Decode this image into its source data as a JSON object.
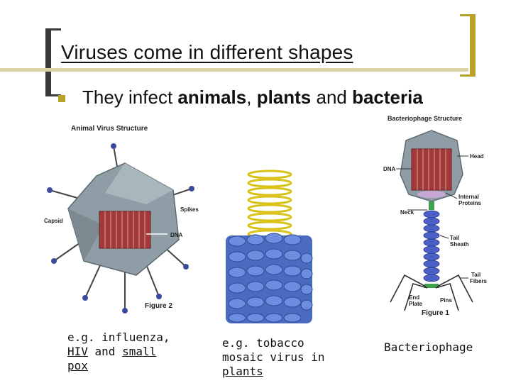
{
  "title": "Viruses come in different shapes",
  "bullet": {
    "prefix": "They infect ",
    "w1": "animals",
    "sep1": ", ",
    "w2": "plants",
    "sep2": " and ",
    "w3": "bacteria"
  },
  "figures": {
    "animal": {
      "title": "Animal Virus Structure",
      "labels": {
        "spikes": "Spikes",
        "capsid": "Capsid",
        "dna": "DNA"
      },
      "figure_label": "Figure 2"
    },
    "phage": {
      "title": "Bacteriophage Structure",
      "labels": {
        "head": "Head",
        "dna": "DNA",
        "internal1": "Internal",
        "internal2": "Proteins",
        "neck": "Neck",
        "tail1": "Tail",
        "tail2": "Sheath",
        "fibers1": "Tail",
        "fibers2": "Fibers",
        "end1": "End",
        "end2": "Plate",
        "pins": "Pins"
      },
      "figure_label": "Figure 1"
    }
  },
  "captions": {
    "c1": {
      "a": "e.g. influenza,",
      "b1": "HIV",
      "b2": " and ",
      "b3": "small",
      "c": "pox"
    },
    "c2": {
      "a": "e.g. tobacco",
      "b": "mosaic virus in",
      "c": "plants"
    },
    "c3": "Bacteriophage"
  },
  "colors": {
    "accent": "#b8a12a",
    "bracket_dark": "#3a3a3a",
    "tmv_blue": "#4a6bc0",
    "rna_yellow": "#d9c21a",
    "dna_red": "#a33a3a"
  }
}
